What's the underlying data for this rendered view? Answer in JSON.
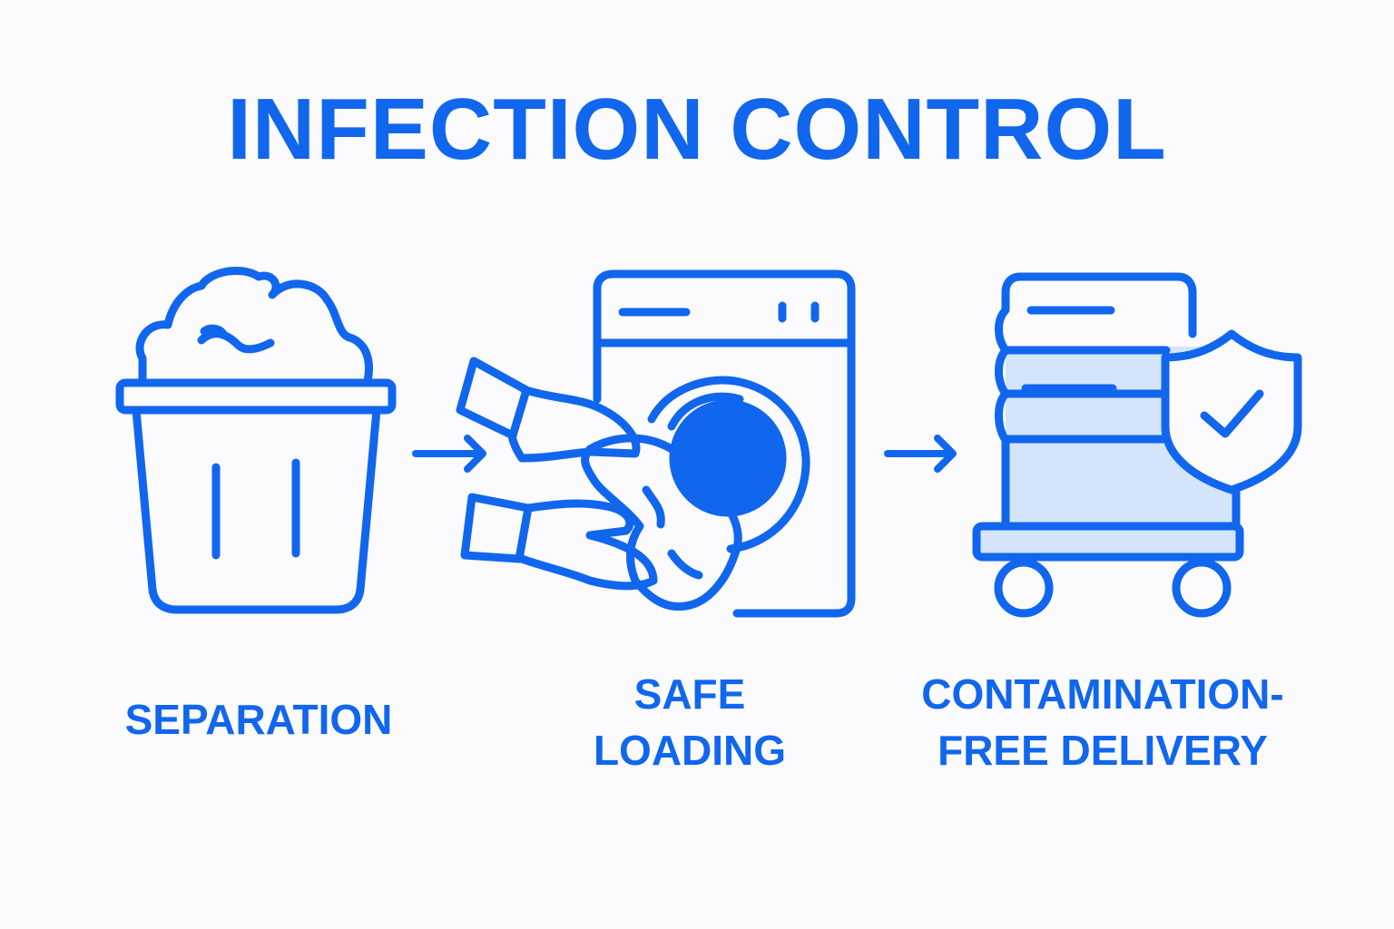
{
  "title": "INFECTION CONTROL",
  "accent_color": "#1166ee",
  "fill_color": "#d4e4fb",
  "steps": [
    {
      "icon": "laundry-basket-icon",
      "lines": [
        "SEPARATION"
      ]
    },
    {
      "icon": "washing-machine-loading-icon",
      "lines": [
        "SAFE",
        "LOADING"
      ]
    },
    {
      "icon": "linen-cart-shield-icon",
      "lines": [
        "CONTAMINATION-",
        "FREE DELIVERY"
      ]
    }
  ],
  "connectors": [
    "arrow-right-icon",
    "arrow-right-icon"
  ]
}
